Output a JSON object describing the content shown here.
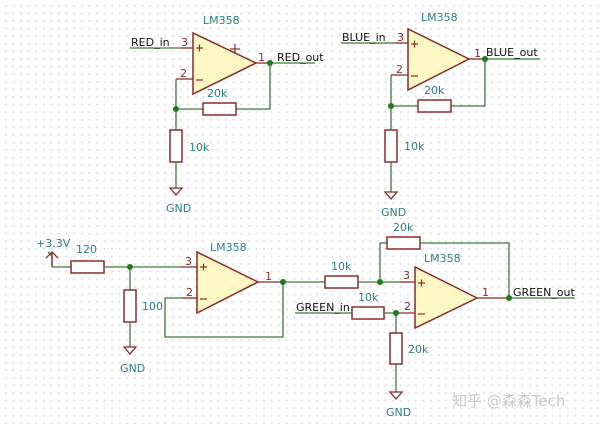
{
  "schematic": {
    "opamp_part": "LM358",
    "colors": {
      "wire": "#3d7a3d",
      "component": "#8a2a2a",
      "opamp_fill": "#fdf7c3",
      "value_text": "#2a7f86",
      "junction": "#1a7a1a"
    },
    "red_channel": {
      "opamp_label": "LM358",
      "input_net": "RED_in",
      "output_net": "RED_out",
      "pin_plus": "3",
      "pin_minus": "2",
      "pin_out": "1",
      "feedback_resistor": "20k",
      "ground_resistor": "10k",
      "ground_label": "GND"
    },
    "blue_channel": {
      "opamp_label": "LM358",
      "input_net": "BLUE_in",
      "output_net": "BLUE_out",
      "pin_plus": "3",
      "pin_minus": "2",
      "pin_out": "1",
      "feedback_resistor": "20k",
      "ground_resistor": "10k",
      "ground_label": "GND"
    },
    "reference": {
      "supply_label": "+3.3V",
      "top_resistor": "120",
      "bottom_resistor": "100",
      "ground_label": "GND",
      "opamp_label": "LM358",
      "pin_plus": "3",
      "pin_minus": "2",
      "pin_out": "1"
    },
    "green_channel": {
      "opamp_label": "LM358",
      "input_net": "GREEN_in",
      "output_net": "GREEN_out",
      "pin_plus": "3",
      "pin_minus": "2",
      "pin_out": "1",
      "ref_resistor": "10k",
      "input_resistor": "10k",
      "feedback_resistor": "20k",
      "ground_resistor": "20k",
      "ground_label": "GND"
    },
    "watermark": "知乎 @森森Tech"
  }
}
